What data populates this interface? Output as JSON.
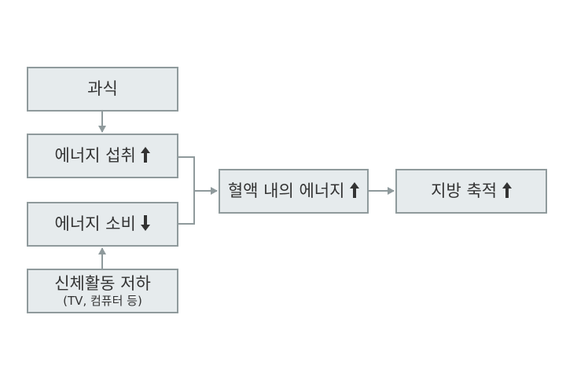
{
  "nodes": {
    "overeating": "과식",
    "energy_intake": "에너지 섭취",
    "energy_expenditure": "에너지 소비",
    "low_activity": "신체활동 저하",
    "low_activity_note": "(TV, 컴퓨터 등)",
    "blood_energy": "혈액 내의 에너지",
    "fat_accumulation": "지방 축적"
  },
  "indicators": {
    "increase": "up-arrow",
    "decrease": "down-arrow"
  },
  "colors": {
    "box_fill": "#e6ebed",
    "box_border": "#8f9a9c",
    "connector": "#8f9a9c",
    "text": "#333333"
  }
}
